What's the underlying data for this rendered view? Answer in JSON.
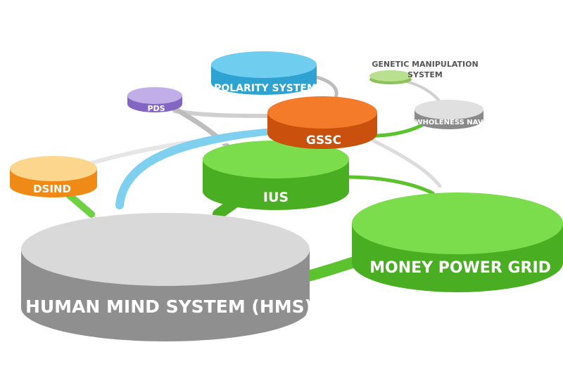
{
  "diagram": {
    "nodes": {
      "hms": {
        "label": "HUMAN MIND SYSTEM (HMS)",
        "color": "#9e9e9e"
      },
      "mpg": {
        "label": "MONEY POWER GRID",
        "color": "#5cc22e"
      },
      "ius": {
        "label": "IUS",
        "color": "#5cc22e"
      },
      "gssc": {
        "label": "GSSC",
        "color": "#e0651a"
      },
      "polarity": {
        "label": "POLARITY SYSTEM",
        "color": "#3fb2dc"
      },
      "pds": {
        "label": "PDS",
        "color": "#9a7dd2"
      },
      "dsind": {
        "label": "DSIND",
        "color": "#f39a2a"
      },
      "wholeness": {
        "label": "WHOLENESS NAV",
        "color": "#9e9e9e"
      },
      "genetic": {
        "label_line1": "GENETIC MANIPULATION",
        "label_line2": "SYSTEM",
        "color": "#9fd36a"
      }
    }
  }
}
